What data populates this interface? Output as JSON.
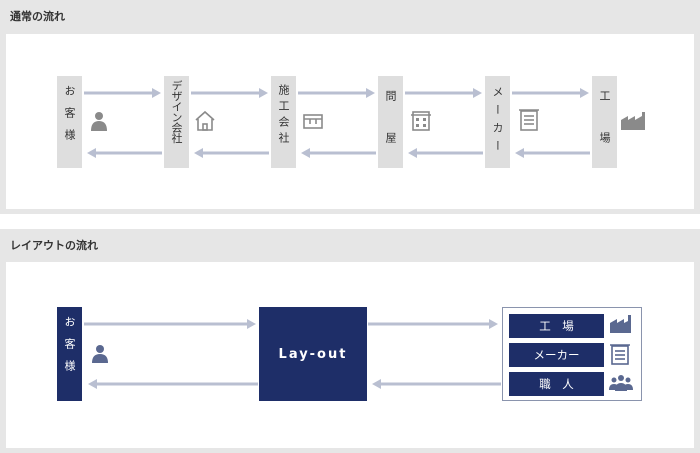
{
  "section1": {
    "title": "通常の流れ",
    "nodes": [
      {
        "label": "お客様",
        "icon": "person-icon"
      },
      {
        "label": "デザイン会社",
        "icon": "house-icon"
      },
      {
        "label": "施工会社",
        "icon": "truck-icon"
      },
      {
        "label": "問屋",
        "icon": "building-icon"
      },
      {
        "label": "メーカー",
        "icon": "document-icon"
      },
      {
        "label": "工場",
        "icon": "factory-icon"
      }
    ]
  },
  "section2": {
    "title": "レイアウトの流れ",
    "customer_label": "お客様",
    "center_label": "Lay-out",
    "group_items": [
      {
        "label": "工　場",
        "icon": "factory-icon"
      },
      {
        "label": "メーカー",
        "icon": "document-icon"
      },
      {
        "label": "職　人",
        "icon": "people-icon"
      }
    ]
  },
  "colors": {
    "panel_bg": "#e6e6e6",
    "node_bg": "#dedede",
    "arrow": "#b9bfd1",
    "navy": "#1e2e68",
    "icon": "#8a8a8a",
    "icon_blue": "#5a6890"
  }
}
